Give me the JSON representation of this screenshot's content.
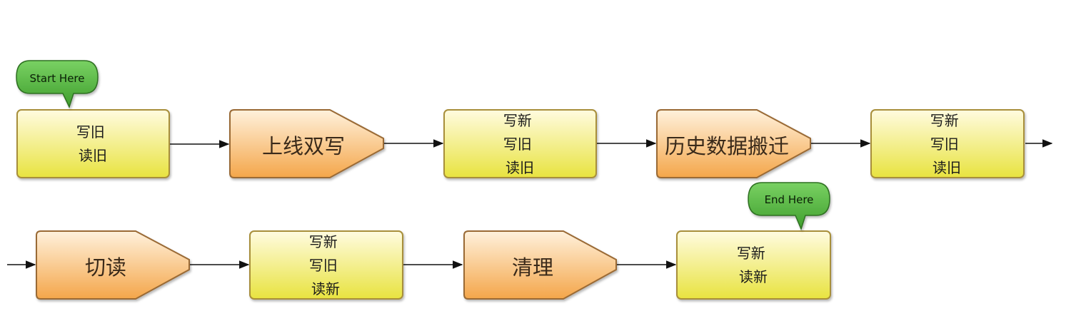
{
  "colors": {
    "state_top": "#fffbe0",
    "state_bottom": "#e8e33f",
    "state_border": "#a88f3a",
    "action_top": "#fff1dc",
    "action_bottom": "#f4a64a",
    "action_border": "#9a6a35",
    "bubble_top": "#79d163",
    "bubble_bottom": "#3f9e2d",
    "bubble_border": "#2f6f21",
    "arrow": "#111111"
  },
  "start_bubble": {
    "label": "Start Here"
  },
  "end_bubble": {
    "label": "End Here"
  },
  "row1": {
    "state1": {
      "lines": [
        "写旧",
        "读旧"
      ]
    },
    "action1": {
      "label": "上线双写"
    },
    "state2": {
      "lines": [
        "写新",
        "写旧",
        "读旧"
      ]
    },
    "action2": {
      "label": "历史数据搬迁"
    },
    "state3": {
      "lines": [
        "写新",
        "写旧",
        "读旧"
      ]
    }
  },
  "row2": {
    "action3": {
      "label": "切读"
    },
    "state4": {
      "lines": [
        "写新",
        "写旧",
        "读新"
      ]
    },
    "action4": {
      "label": "清理"
    },
    "state5": {
      "lines": [
        "写新",
        "读新"
      ]
    }
  }
}
